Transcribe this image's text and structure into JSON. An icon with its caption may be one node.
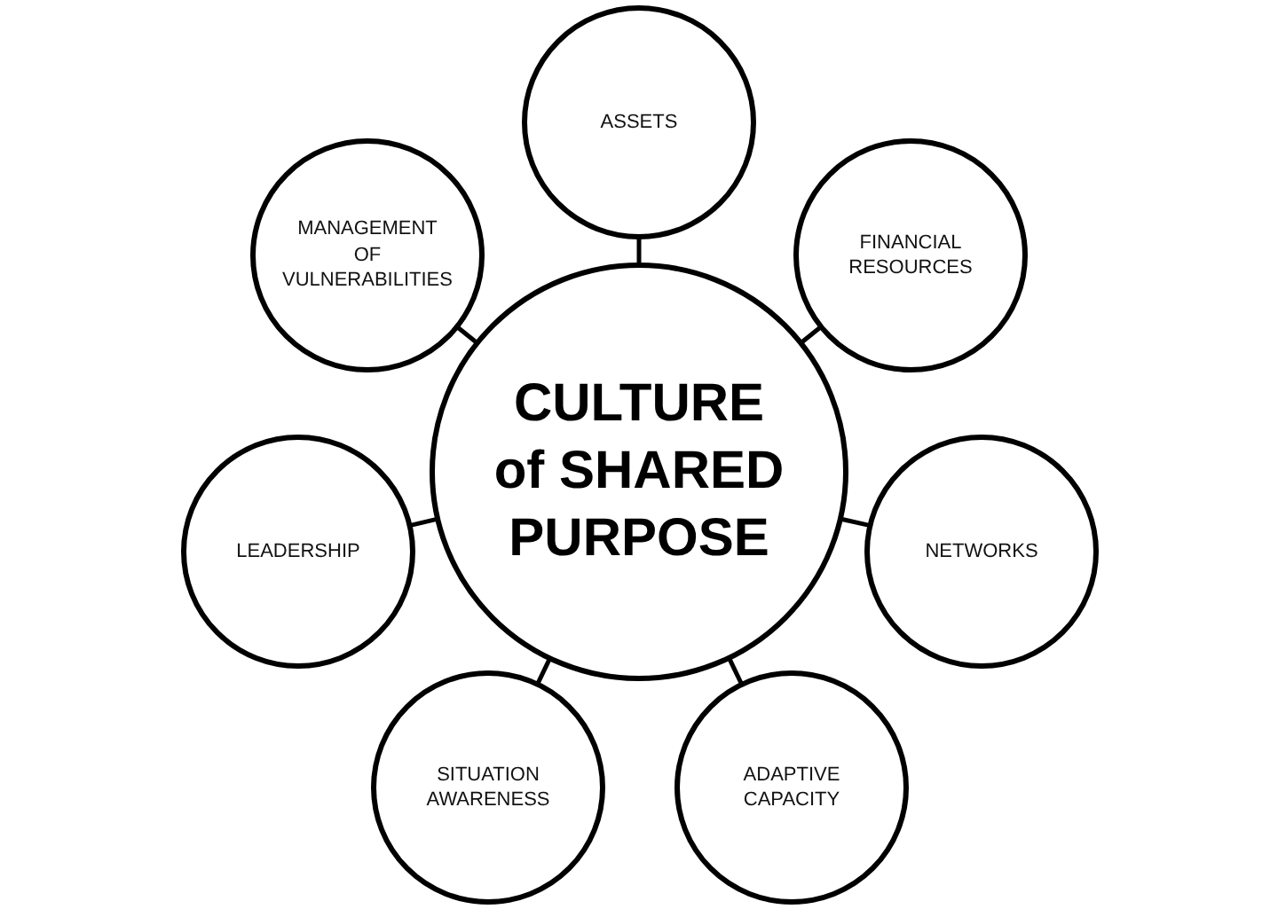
{
  "diagram": {
    "nodes": [
      {
        "text": [
          "ASSETS"
        ]
      },
      {
        "text": [
          "MANAGEMENT OF VULNERABILITIES"
        ]
      },
      {
        "text": [
          "FINANCIAL RESOURCES"
        ]
      },
      {
        "text": [
          "CULTURE of SHARED PURPOSE"
        ]
      },
      {
        "text": [
          "LEADERSHIP"
        ]
      },
      {
        "text": [
          "NETWORKS"
        ]
      },
      {
        "text": [
          "SITUATION AWARENESS"
        ]
      },
      {
        "text": [
          "ADAPTIVE CAPACITY"
        ]
      }
    ],
    "edges": [
      {
        "from": 3,
        "to": 0,
        "arrow": "none"
      },
      {
        "from": 3,
        "to": 2,
        "arrow": "none"
      },
      {
        "from": 3,
        "to": 5,
        "arrow": "none"
      },
      {
        "from": 3,
        "to": 7,
        "arrow": "none"
      },
      {
        "from": 3,
        "to": 6,
        "arrow": "none"
      },
      {
        "from": 3,
        "to": 4,
        "arrow": "none"
      },
      {
        "from": 3,
        "to": 1,
        "arrow": "none"
      }
    ]
  }
}
